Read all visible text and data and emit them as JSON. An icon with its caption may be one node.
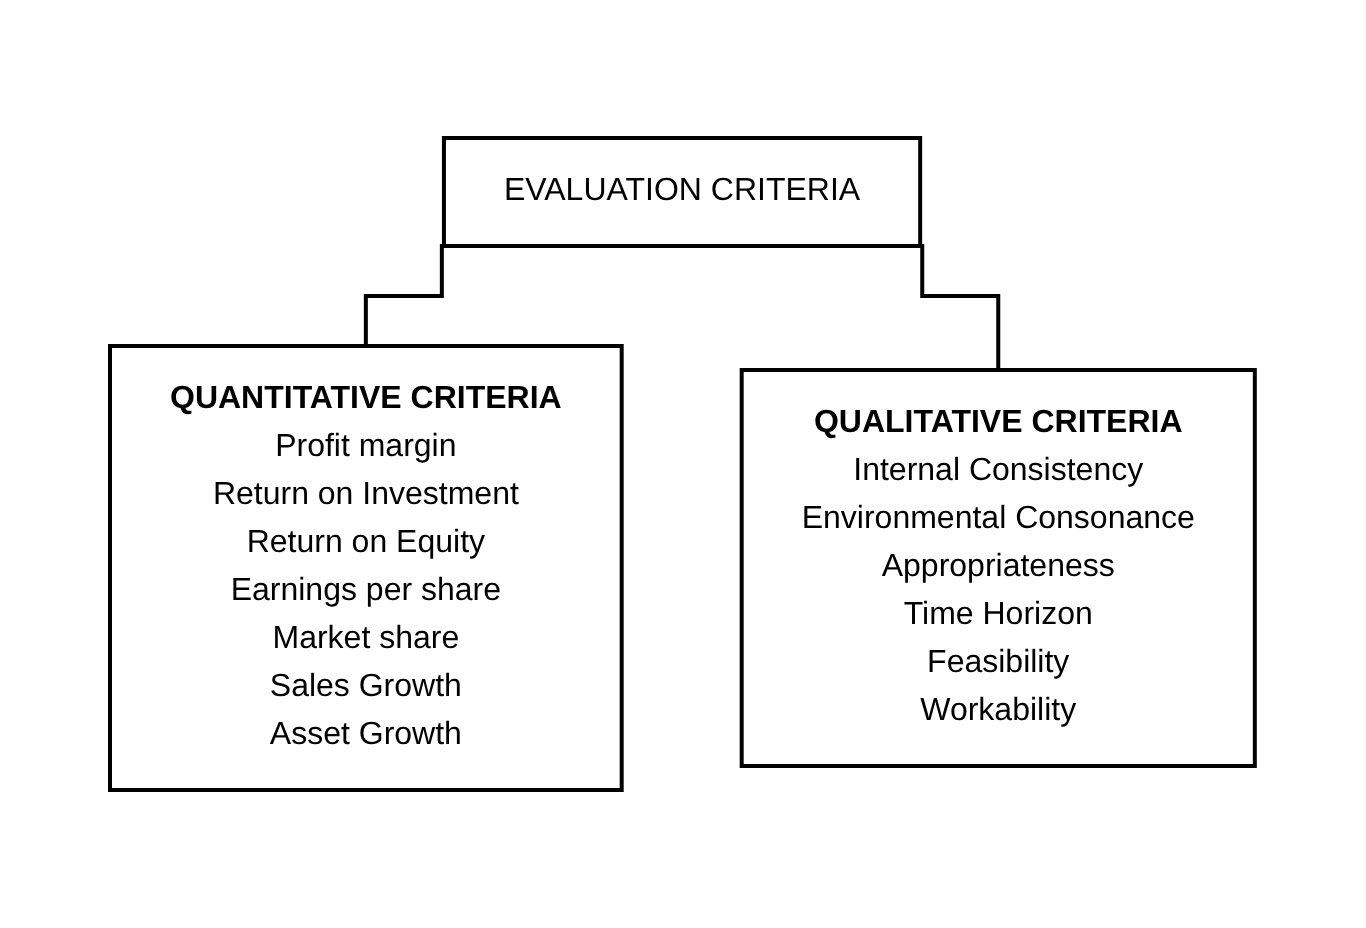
{
  "diagram": {
    "nodes": [
      {
        "text": [
          "EVALUATION CRITERIA"
        ]
      },
      {
        "text": [
          "QUANTITATIVE CRITERIA",
          "Profit margin",
          "Return on Investment",
          "Return on Equity",
          "Earnings per share",
          "Market share",
          "Sales Growth",
          "Asset Growth"
        ]
      },
      {
        "text": [
          "QUALITATIVE CRITERIA",
          "Internal Consistency",
          "Environmental Consonance",
          "Appropriateness",
          "Time Horizon",
          "Feasibility",
          "Workability"
        ]
      }
    ],
    "edges": [
      {
        "from": 0,
        "to": 1,
        "arrow": "none"
      },
      {
        "from": 0,
        "to": 2,
        "arrow": "none"
      }
    ]
  }
}
